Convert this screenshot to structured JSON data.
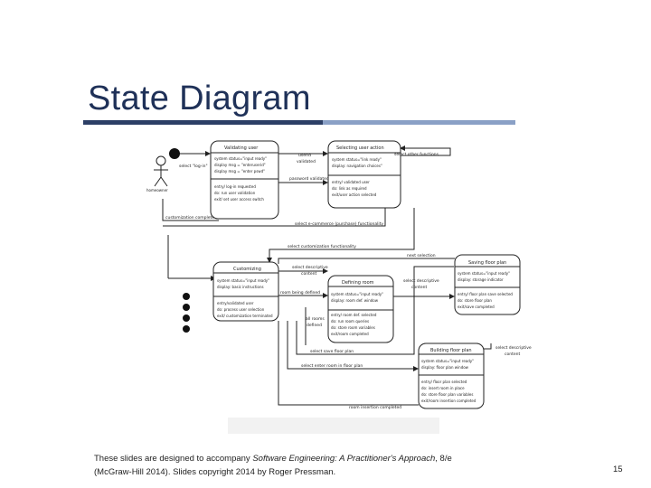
{
  "slide": {
    "title": "State Diagram",
    "footer_prefix": "These slides are designed to accompany ",
    "footer_book": "Software Engineering: A Practitioner's Approach",
    "footer_suffix": ", 8/e",
    "footer_line2": "(McGraw-Hill 2014). Slides copyright 2014 by Roger Pressman.",
    "page_number": "15"
  },
  "diagram": {
    "actor_label": "homeowner",
    "states": {
      "validating_user": {
        "name": "Validating user",
        "lines": [
          "system status=\"input ready\"",
          "display msg = \"enteruserid\"",
          "display msg = \"enter pswd\"",
          "entry/ log-in requested",
          "do: run user validation",
          "exit/ set user access switch"
        ]
      },
      "selecting_user_action": {
        "name": "Selecting user action",
        "lines": [
          "system status=\"link ready\"",
          "display: navigation choices\"",
          "entry/ validated user",
          "do: link as required",
          "exit/user action selected"
        ]
      },
      "customizing": {
        "name": "Customizing",
        "lines": [
          "system status=\"input ready\"",
          "display: basic instructions",
          "entry/validated user",
          "do: process user selection",
          "exit/ customization terminated"
        ]
      },
      "defining_room": {
        "name": "Defining room",
        "lines": [
          "system status=\"input ready\"",
          "display: room def. window",
          "entry/ room def. selected",
          "do: run room queries",
          "do: store room variables",
          "exit/room completed"
        ]
      },
      "saving_floor_plan": {
        "name": "Saving floor plan",
        "lines": [
          "system status=\"input ready\"",
          "display: storage indicator",
          "entry/ floor plan save selected",
          "do: store floor plan",
          "exit/save completed"
        ]
      },
      "building_floor_plan": {
        "name": "Building floor plan",
        "lines": [
          "system status=\"input ready\"",
          "display: floor plan window",
          "entry/ floor plan selected",
          "do: insert room in place",
          "do: store floor plan variables",
          "exit/room insertion completed"
        ]
      }
    },
    "transitions": {
      "select_log_in": "select \"log-in\"",
      "userid_validated": "userid",
      "userid_validated2": "validated",
      "password_validated": "password validated",
      "select_other_functions": "select other functions",
      "customization_complete": "customization complete",
      "select_ecommerce": "select e-commerce (purchase) functionality",
      "select_customization": "select customization functionality",
      "next_selection": "next selection",
      "select_descriptive_1": "select descriptive",
      "select_descriptive_1b": "content",
      "room_being_defined": "room being defined",
      "select_descriptive_2": "select descriptive",
      "select_descriptive_2b": "content",
      "all_rooms_defined": "all rooms",
      "all_rooms_defined2": "defined",
      "select_save_floor_plan": "select save floor plan",
      "select_enter_room": "select enter room in floor plan",
      "select_descriptive_3": "select descriptive",
      "select_descriptive_3b": "content",
      "room_insertion_completed": "room insertion completed"
    }
  }
}
